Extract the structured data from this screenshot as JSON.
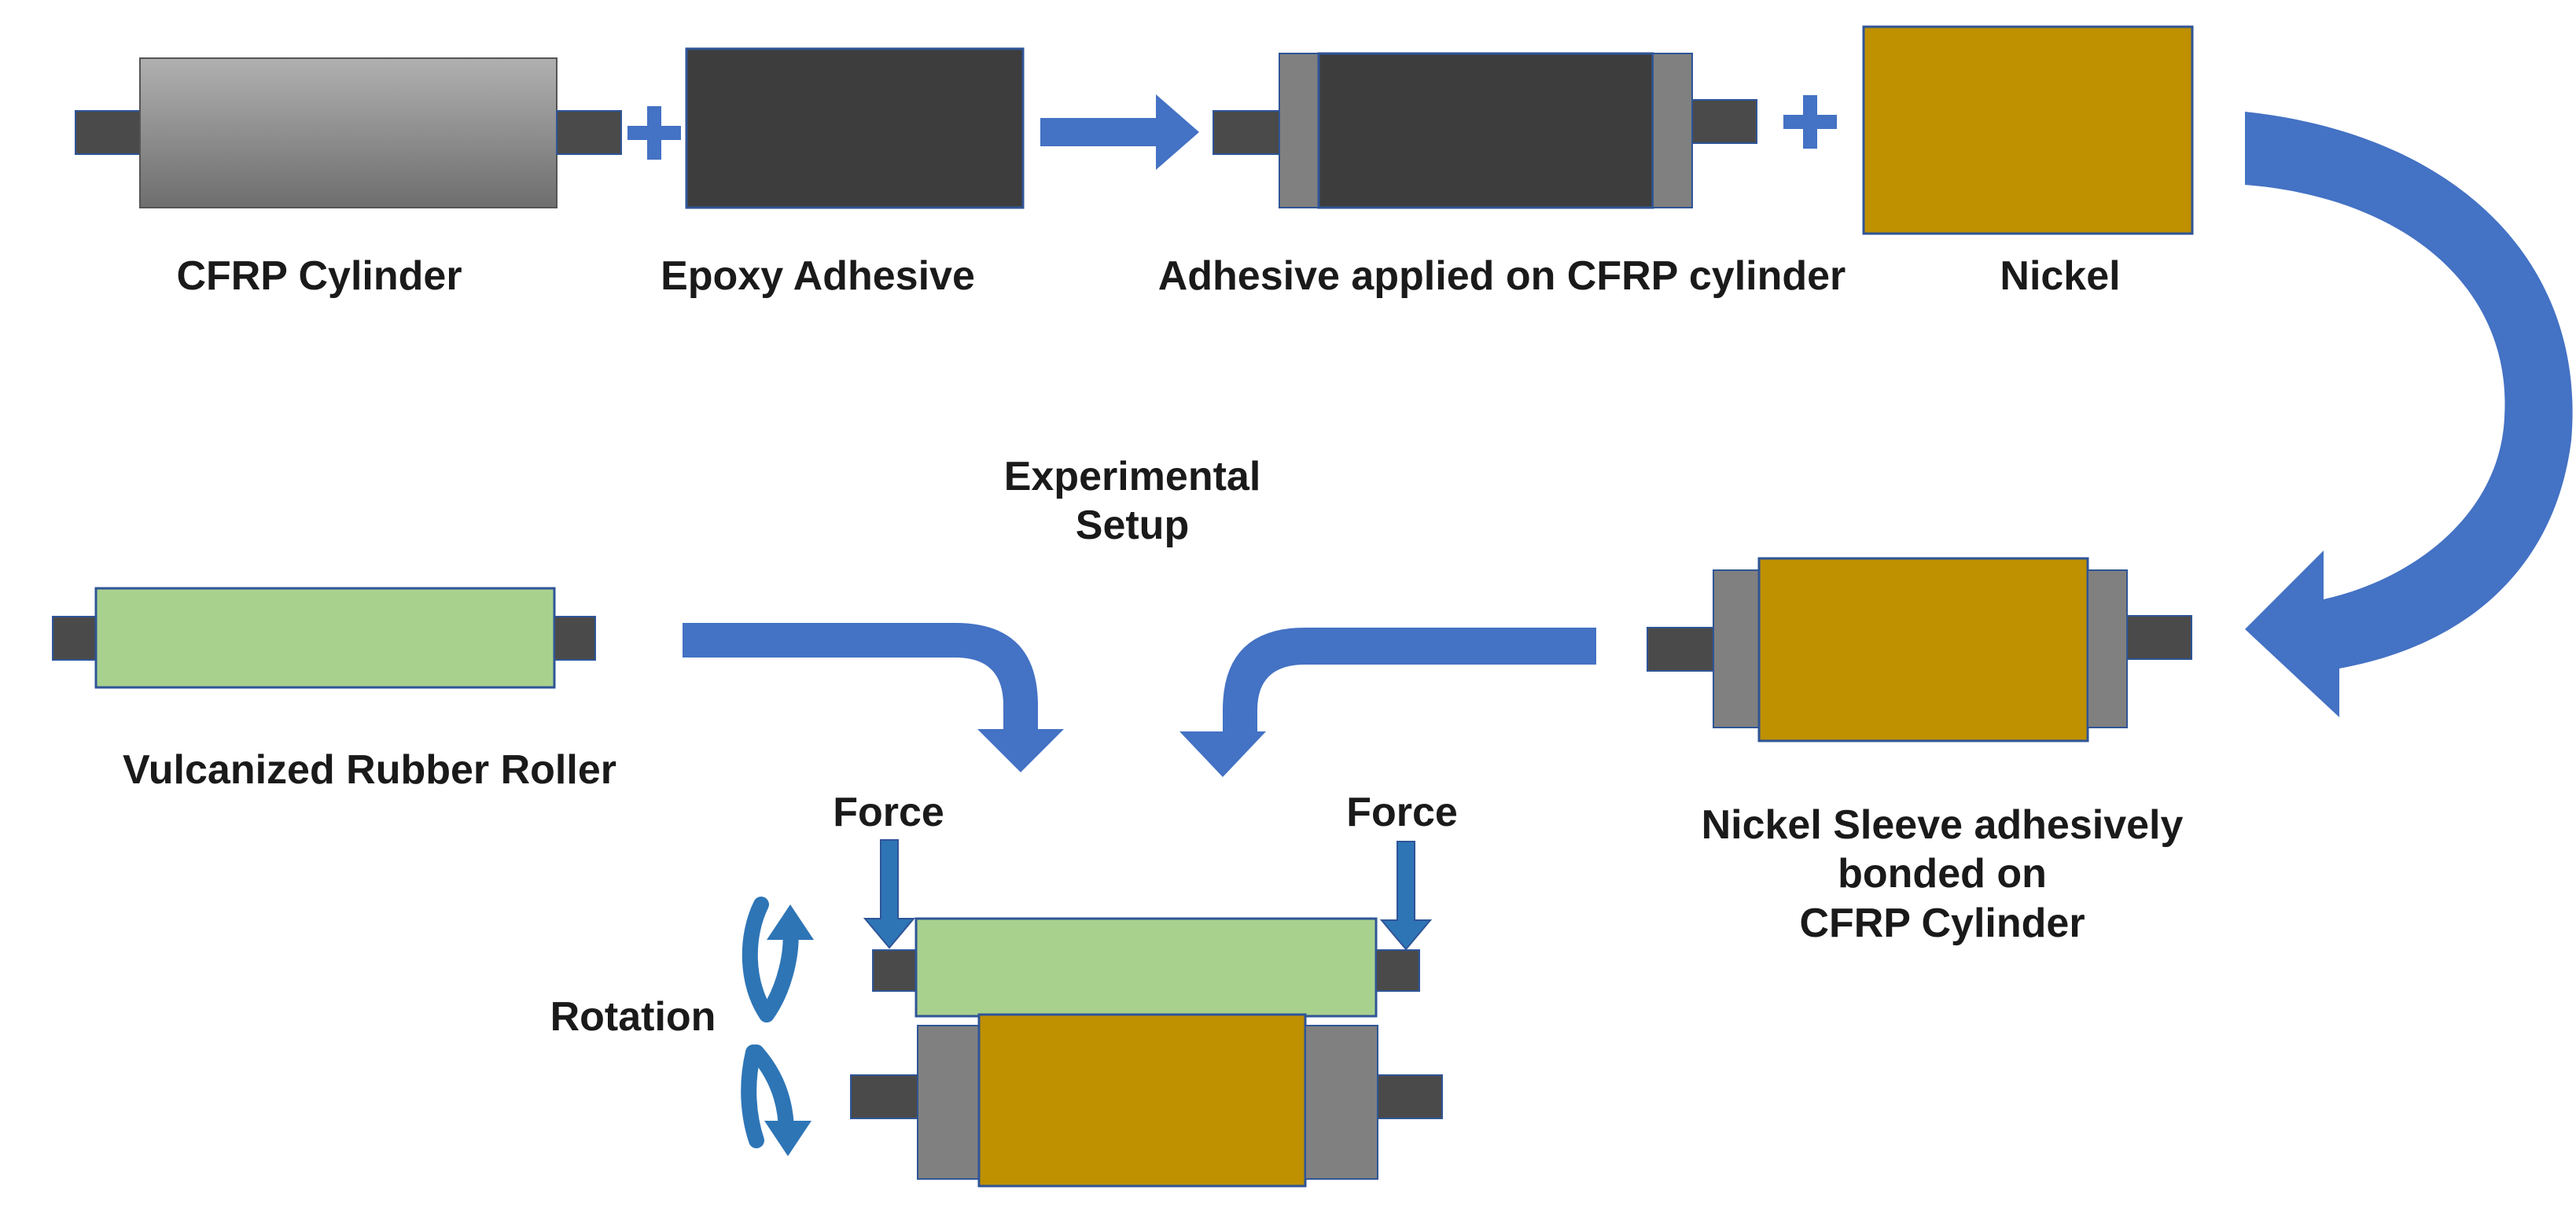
{
  "labels": {
    "cfrp_cylinder": "CFRP Cylinder",
    "epoxy_adhesive": "Epoxy Adhesive",
    "adhesive_applied": "Adhesive applied on CFRP cylinder",
    "nickel": "Nickel",
    "experimental_setup": [
      "Experimental",
      "Setup"
    ],
    "vulcanized_rubber_roller": "Vulcanized Rubber Roller",
    "force_left": "Force",
    "force_right": "Force",
    "rotation": "Rotation",
    "nickel_sleeve": [
      "Nickel Sleeve adhesively",
      "bonded on",
      "CFRP Cylinder"
    ]
  },
  "symbols": {
    "plus": "+"
  },
  "colors": {
    "arrow": "#4472c4",
    "shaft": "#4a4a4a",
    "end_cap": "#808080",
    "epoxy": "#3d3d3d",
    "nickel": "#bf9000",
    "rubber": "#a9d18e",
    "cfrp_light": "#b0b0b0",
    "cfrp_dark": "#6e6e6e",
    "outline": "#2f5597"
  }
}
